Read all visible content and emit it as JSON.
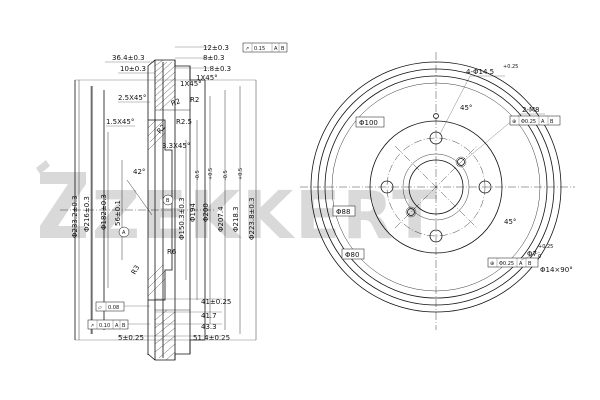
{
  "watermark": {
    "brand": "ZEKKERT"
  },
  "section_view": {
    "top_dims": [
      "36.4±0.3",
      "10±0.3",
      "12±0.3",
      "8±0.3",
      "1.8±0.3"
    ],
    "chamfers": [
      "1X45°",
      "1X45°",
      "2.5X45°",
      "1.5X45°",
      "3.3X45°"
    ],
    "radii": [
      "R2",
      "R2",
      "R2.5",
      "R2",
      "R6",
      "R3"
    ],
    "vertical_diams": [
      "Φ233.2±0.3",
      "Φ216±0.3",
      "Φ182±0.3",
      "56±0.1",
      "Φ150.3±0.3",
      "Φ194",
      "Φ200",
      "Φ207.4",
      "Φ218.3",
      "Φ223.8±0.3"
    ],
    "diam_tolerances": [
      "-0.5",
      "+0.5",
      "-0.5",
      "+0.5"
    ],
    "angle": "42°",
    "datum_labels": [
      "A",
      "B"
    ],
    "bottom_dims": [
      "41±0.25",
      "41.7",
      "43.3",
      "51.4±0.25",
      "5±0.25"
    ],
    "flatness": {
      "symbol": "▱",
      "value": "0.08"
    },
    "runout": {
      "symbol": "↗",
      "value": "0.10",
      "ref1": "A",
      "ref2": "B"
    },
    "top_runout": {
      "symbol": "↗",
      "value": "0.15",
      "ref1": "A",
      "ref2": "B"
    }
  },
  "front_view": {
    "holes_callout": {
      "qty": "4-Φ14.5",
      "tol": "+0.25"
    },
    "angle_top": "45°",
    "angle_right": "45°",
    "thread": "2-M8",
    "pos_tol": {
      "symbol": "⊕",
      "value": "Φ0.25",
      "ref1": "A",
      "ref2": "B"
    },
    "pcd": "Φ100",
    "bore": "Φ88",
    "pilot": "Φ80",
    "pilot_tol": {
      "symbol": "⊕",
      "value": "Φ0.25",
      "ref1": "A",
      "ref2": "B"
    },
    "small_hole": {
      "diam": "Φ7",
      "tol_up": "+0.25",
      "tol_low": "0"
    },
    "counter": "Φ14×90°"
  }
}
